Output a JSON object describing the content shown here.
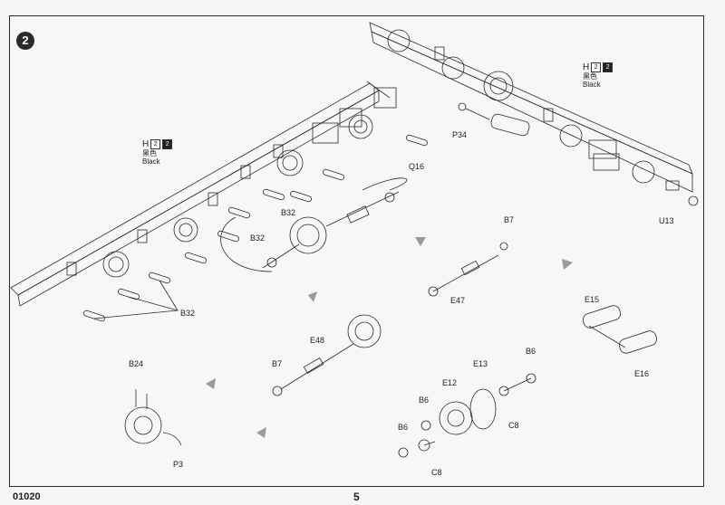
{
  "step_number": "2",
  "footer": {
    "code": "01020",
    "page": "5"
  },
  "color_notes": [
    {
      "letter": "H",
      "box_light": "2",
      "box_dark": "2",
      "cn": "黑色",
      "en": "Black"
    },
    {
      "letter": "H",
      "box_light": "2",
      "box_dark": "2",
      "cn": "黑色",
      "en": "Black"
    }
  ],
  "labels": {
    "q16": "Q16",
    "b32_a": "B32",
    "b32_b": "B32",
    "b32_c": "B32",
    "p34": "P34",
    "u13": "U13",
    "b7_top": "B7",
    "e47": "E47",
    "e15": "E15",
    "e16": "E16",
    "e48": "E48",
    "b7_left": "B7",
    "b24": "B24",
    "p3": "P3",
    "e13": "E13",
    "e12": "E12",
    "b6_right": "B6",
    "b6_mid": "B6",
    "b6_left": "B6",
    "c8_right": "C8",
    "c8_bottom": "C8"
  },
  "colors": {
    "ink": "#2a2a2a",
    "arrow": "#9a9a9a",
    "paper": "#f7f7f7"
  }
}
